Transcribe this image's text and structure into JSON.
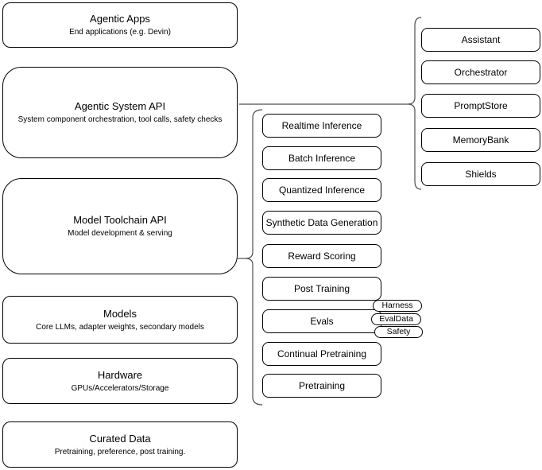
{
  "diagram": {
    "left_column": [
      {
        "title": "Agentic Apps",
        "subtitle": "End applications (e.g. Devin)"
      },
      {
        "title": "Agentic System API",
        "subtitle": "System component orchestration, tool calls, safety checks"
      },
      {
        "title": "Model Toolchain API",
        "subtitle": "Model development & serving"
      },
      {
        "title": "Models",
        "subtitle": "Core LLMs, adapter weights, secondary models"
      },
      {
        "title": "Hardware",
        "subtitle": "GPUs/Accelerators/Storage"
      },
      {
        "title": "Curated Data",
        "subtitle": "Pretraining, preference, post training."
      }
    ],
    "toolchain_group": [
      {
        "label": "Realtime Inference"
      },
      {
        "label": "Batch Inference"
      },
      {
        "label": "Quantized Inference"
      },
      {
        "label": "Synthetic Data Generation"
      },
      {
        "label": "Reward Scoring"
      },
      {
        "label": "Post Training"
      },
      {
        "label": "Evals"
      },
      {
        "label": "Continual Pretraining"
      },
      {
        "label": "Pretraining"
      }
    ],
    "eval_pills": [
      {
        "label": "Harness"
      },
      {
        "label": "EvalData"
      },
      {
        "label": "Safety"
      }
    ],
    "system_group": [
      {
        "label": "Assistant"
      },
      {
        "label": "Orchestrator"
      },
      {
        "label": "PromptStore"
      },
      {
        "label": "MemoryBank"
      },
      {
        "label": "Shields"
      }
    ],
    "colors": {
      "background": "#ffffff",
      "box_border": "#000000",
      "connector": "#4d4d4d",
      "text": "#000000"
    }
  }
}
